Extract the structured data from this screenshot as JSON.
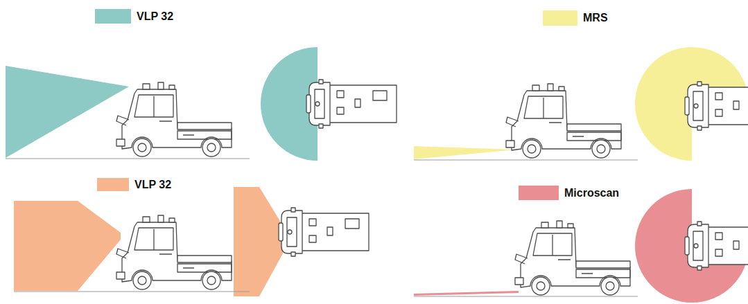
{
  "diagram": {
    "legend": [
      {
        "text": "VLP 32",
        "color": "#8ecac5"
      },
      {
        "text": "MRS",
        "color": "#f6ef98"
      },
      {
        "text": "VLP 32",
        "color": "#f7b58e"
      },
      {
        "text": "Microscan",
        "color": "#e98f94"
      }
    ]
  }
}
